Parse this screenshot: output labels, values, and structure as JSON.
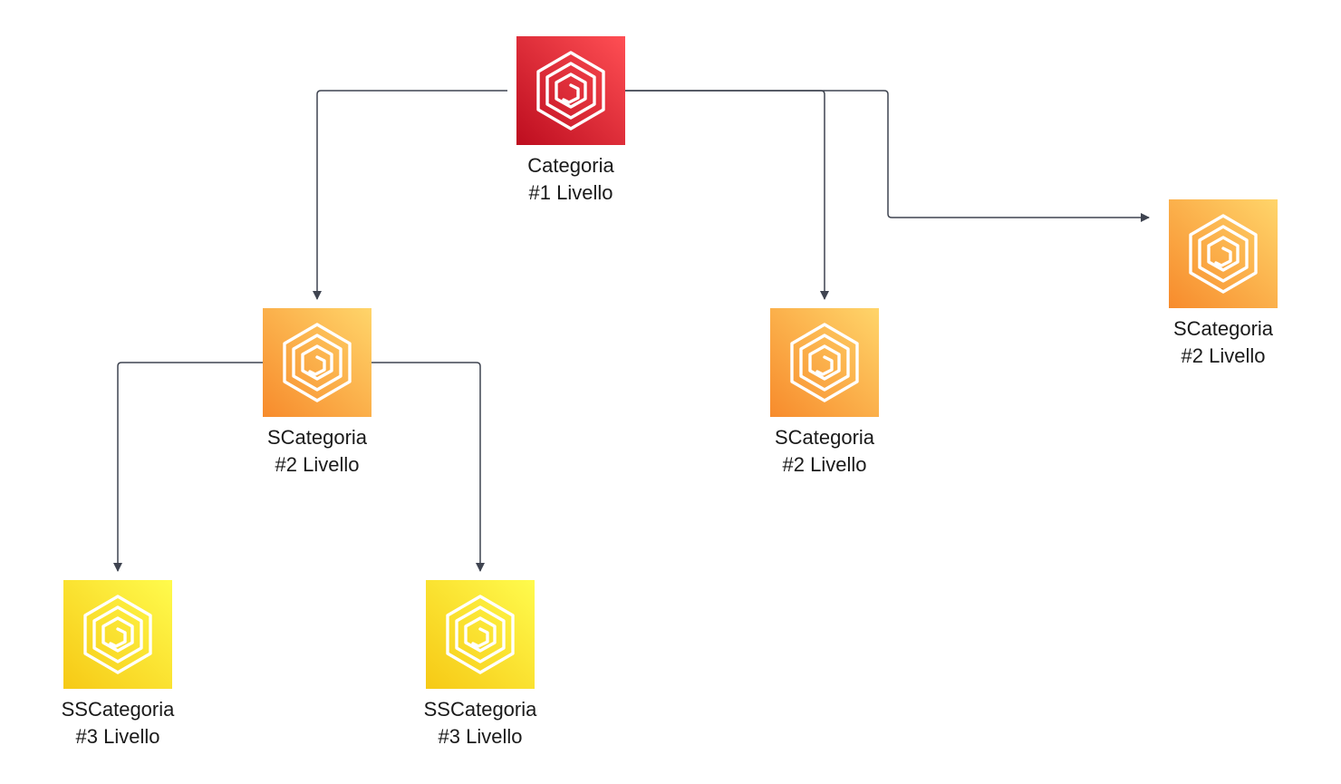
{
  "diagram": {
    "nodes": [
      {
        "id": "root",
        "level": 1,
        "title": "Categoria",
        "subtitle": "#1 Livello",
        "colors": [
          "#bd0d1f",
          "#ff4f54"
        ],
        "icon": "hexagon-maze-icon"
      },
      {
        "id": "sub-a",
        "level": 2,
        "title": "SCategoria",
        "subtitle": "#2 Livello",
        "colors": [
          "#f78b2c",
          "#ffd56a"
        ],
        "icon": "hexagon-maze-icon"
      },
      {
        "id": "sub-b",
        "level": 2,
        "title": "SCategoria",
        "subtitle": "#2 Livello",
        "colors": [
          "#f78b2c",
          "#ffd56a"
        ],
        "icon": "hexagon-maze-icon"
      },
      {
        "id": "sub-c",
        "level": 2,
        "title": "SCategoria",
        "subtitle": "#2 Livello",
        "colors": [
          "#f78b2c",
          "#ffd56a"
        ],
        "icon": "hexagon-maze-icon"
      },
      {
        "id": "subsub-a",
        "level": 3,
        "title": "SSCategoria",
        "subtitle": "#3 Livello",
        "colors": [
          "#f6c915",
          "#fffb4d"
        ],
        "icon": "hexagon-maze-icon"
      },
      {
        "id": "subsub-b",
        "level": 3,
        "title": "SSCategoria",
        "subtitle": "#3 Livello",
        "colors": [
          "#f6c915",
          "#fffb4d"
        ],
        "icon": "hexagon-maze-icon"
      }
    ],
    "edges": [
      {
        "from": "root",
        "to": "sub-a"
      },
      {
        "from": "root",
        "to": "sub-b"
      },
      {
        "from": "root",
        "to": "sub-c"
      },
      {
        "from": "sub-a",
        "to": "subsub-a"
      },
      {
        "from": "sub-a",
        "to": "subsub-b"
      }
    ],
    "edge_color": "#3f4450"
  }
}
